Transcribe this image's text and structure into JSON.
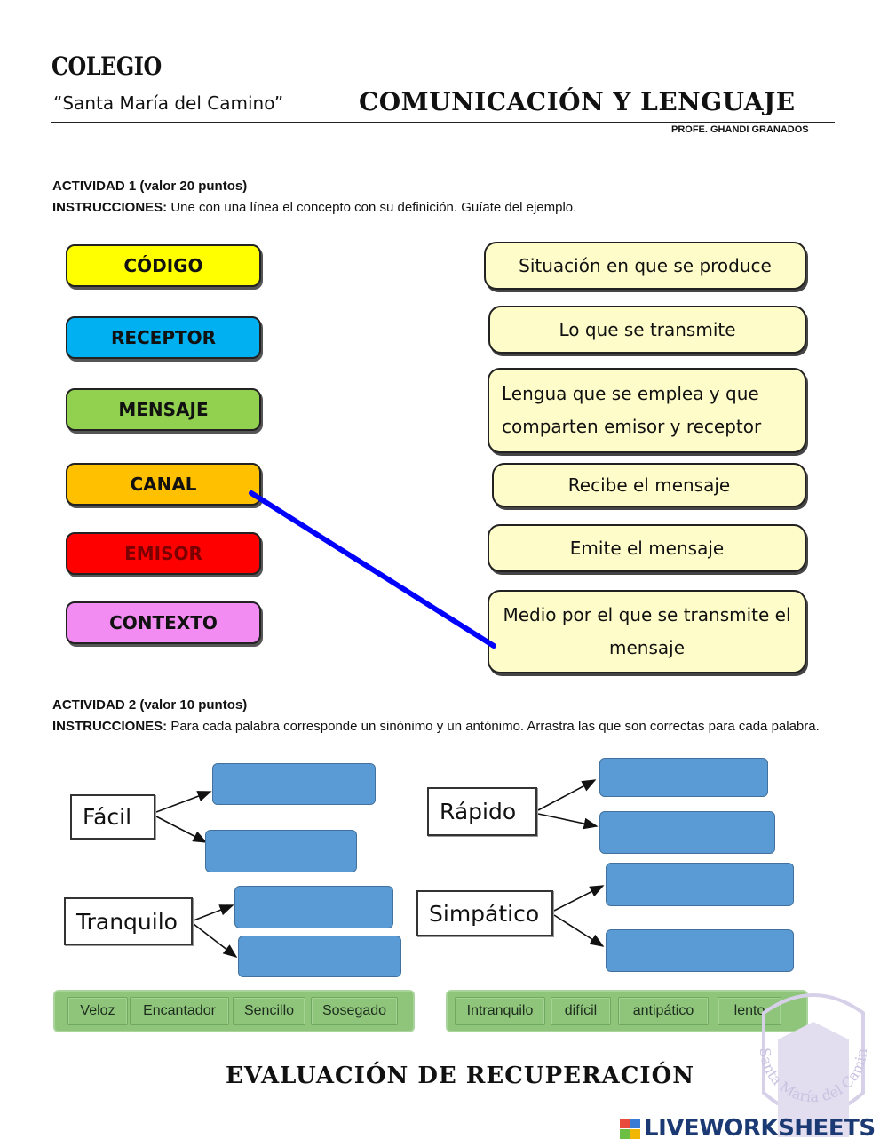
{
  "header": {
    "school": "COLEGIO",
    "school_name": "“Santa María del Camino”",
    "subject": "COMUNICACIÓN Y LENGUAJE",
    "teacher": "PROFE. GHANDI GRANADOS"
  },
  "activity1": {
    "title": "ACTIVIDAD 1 (valor 20  puntos)",
    "instructions_label": "INSTRUCCIONES:",
    "instructions_text": " Une con una línea el concepto con su definición. Guíate del ejemplo.",
    "concepts": [
      {
        "label": "CÓDIGO",
        "color": "#ffff00"
      },
      {
        "label": "RECEPTOR",
        "color": "#00b0f0"
      },
      {
        "label": "MENSAJE",
        "color": "#92d050"
      },
      {
        "label": "CANAL",
        "color": "#ffc000"
      },
      {
        "label": "EMISOR",
        "color": "#ff0000"
      },
      {
        "label": "CONTEXTO",
        "color": "#f28cf2"
      }
    ],
    "definitions": [
      "Situación en que se produce",
      "Lo que se transmite",
      "Lengua que se emplea y que comparten emisor y receptor",
      "Recibe el mensaje",
      "Emite el mensaje",
      "Medio por el que se transmite el mensaje"
    ],
    "example_line_color": "#0000ff"
  },
  "activity2": {
    "title": "ACTIVIDAD 2 (valor 10 puntos)",
    "instructions_label": "INSTRUCCIONES:",
    "instructions_text": " Para cada palabra corresponde un sinónimo y un antónimo.  Arrastra las que son correctas para cada palabra.",
    "words": [
      "Fácil",
      "Rápido",
      "Tranquilo",
      "Simpático"
    ],
    "bank_left": [
      "Veloz",
      "Encantador",
      "Sencillo",
      "Sosegado"
    ],
    "bank_right": [
      "Intranquilo",
      "difícil",
      "antipático",
      "lento"
    ]
  },
  "footer": {
    "title": "EVALUACIÓN DE RECUPERACIÓN",
    "brand": "LIVEWORKSHEETS",
    "seal_text": "Santa María del Camino"
  }
}
